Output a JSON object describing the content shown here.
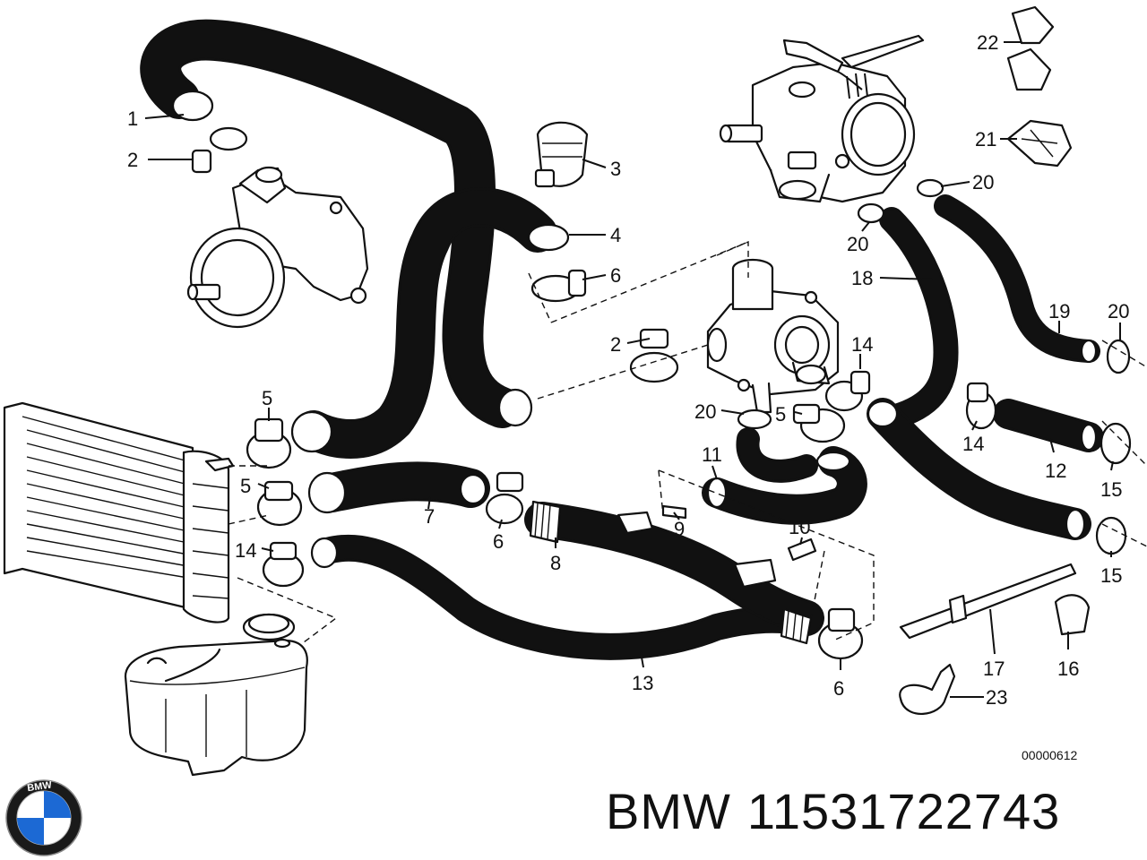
{
  "callouts": [
    "1",
    "2",
    "3",
    "4",
    "6",
    "2",
    "5",
    "5",
    "14",
    "7",
    "6",
    "8",
    "9",
    "10",
    "11",
    "20",
    "5",
    "14",
    "12",
    "14",
    "15",
    "15",
    "13",
    "6",
    "17",
    "16",
    "23",
    "18",
    "19",
    "20",
    "20",
    "20",
    "21",
    "22"
  ],
  "reference_number": "00000612",
  "brand": {
    "name": "BMW",
    "part_number": "11531722743",
    "logo_text": "BMW"
  }
}
